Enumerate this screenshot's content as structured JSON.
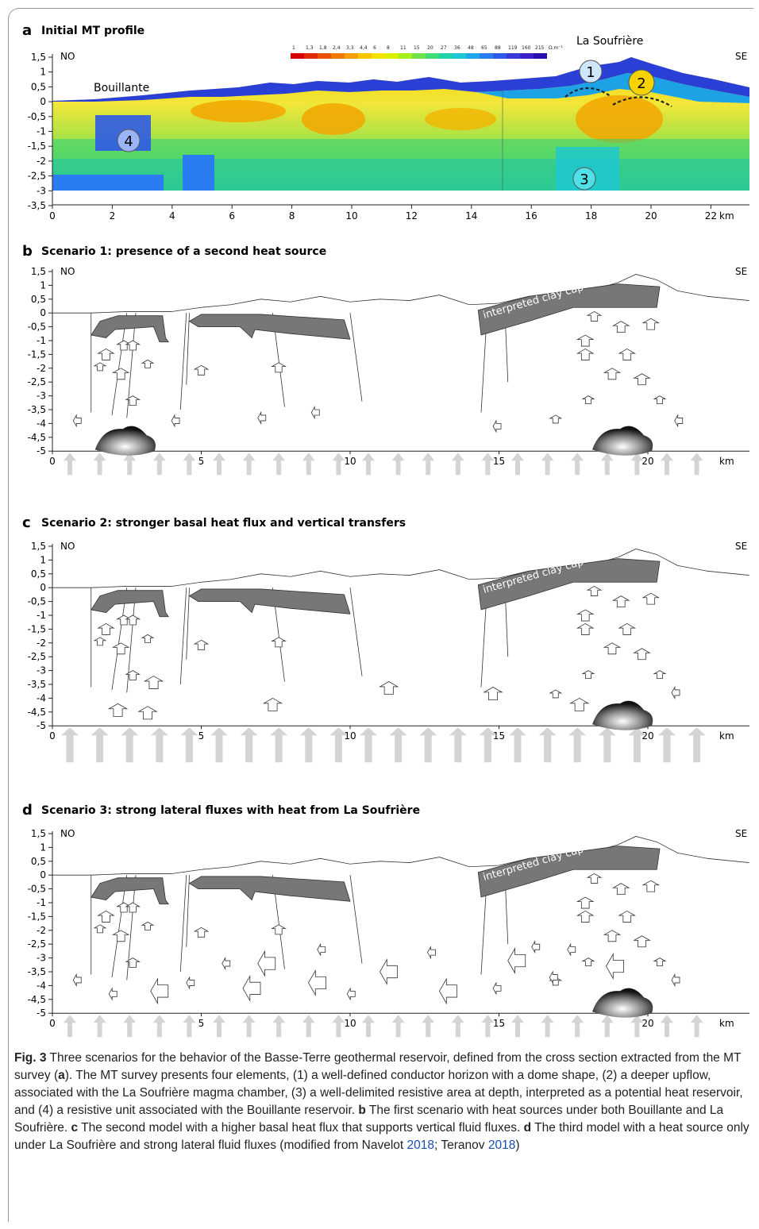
{
  "figure": {
    "panel_a": {
      "letter": "a",
      "title": "Initial MT profile",
      "left_label": "NO",
      "right_label": "SE",
      "site_left": "Bouillante",
      "site_right": "La Soufrière",
      "resistivity_legend": [
        "1",
        "1,3",
        "1,8",
        "2,4",
        "3,3",
        "4,4",
        "6",
        "8",
        "11",
        "15",
        "20",
        "27",
        "36",
        "48",
        "65",
        "88",
        "119",
        "160",
        "215",
        "Ω.m⁻¹"
      ],
      "legend_colors": [
        "#d70000",
        "#e02a00",
        "#ea5200",
        "#f07a00",
        "#f5a000",
        "#f8c400",
        "#f2e200",
        "#d8ef00",
        "#a8ee1a",
        "#6fe24a",
        "#3fdc7a",
        "#22d2a8",
        "#1ec7d4",
        "#1fa6e8",
        "#2a7df0",
        "#2f5ae6",
        "#3a3ad8",
        "#3a22c8",
        "#2a0fb0"
      ],
      "markers": [
        "1",
        "2",
        "3",
        "4"
      ],
      "y_ticks": [
        "1,5",
        "1",
        "0,5",
        "0",
        "-0,5",
        "-1",
        "-1,5",
        "-2",
        "-2,5",
        "-3",
        "-3,5"
      ],
      "x_ticks": [
        "0",
        "2",
        "4",
        "6",
        "8",
        "10",
        "12",
        "14",
        "16",
        "18",
        "20",
        "22"
      ],
      "x_unit": "km"
    },
    "panel_b": {
      "letter": "b",
      "title": "Scenario 1: presence of a second heat source"
    },
    "panel_c": {
      "letter": "c",
      "title": "Scenario 2: stronger basal heat flux and vertical transfers"
    },
    "panel_d": {
      "letter": "d",
      "title": "Scenario 3: strong lateral fluxes with heat from La Soufrière"
    },
    "scenario_axes": {
      "left_label": "NO",
      "right_label": "SE",
      "clay_cap_label": "interpreted clay cap",
      "y_ticks": [
        "1,5",
        "1",
        "0,5",
        "0",
        "-0,5",
        "-1",
        "-1,5",
        "-2",
        "-2,5",
        "-3",
        "-3,5",
        "-4",
        "-4,5",
        "-5"
      ],
      "x_ticks": [
        "0",
        "5",
        "10",
        "15",
        "20"
      ],
      "x_unit": "km"
    }
  },
  "caption": {
    "label": "Fig. 3",
    "p1": "Three scenarios for the behavior of the Basse-Terre geothermal reservoir, defined from the cross section extracted from the MT survey (",
    "b_a": "a",
    "p2": "). The MT survey presents four elements, (1) a well-defined conductor horizon with a dome shape, (2) a deeper upflow, associated with the La Soufrière magma chamber, (3) a well-delimited resistive area at depth, interpreted as a potential heat reservoir, and (4) a resistive unit associated with the Bouillante reservoir. ",
    "b_b": "b",
    "p3": " The first scenario with heat sources under both Bouillante and La Soufrière. ",
    "b_c": "c",
    "p4": " The second model with a higher basal heat flux that supports vertical fluid fluxes. ",
    "b_d": "d",
    "p5": " The third model with a heat source only under La Soufrière and strong lateral fluid fluxes (modified from Navelot ",
    "ref1": "2018",
    "p6": "; Teranov ",
    "ref2": "2018",
    "p7": ")"
  }
}
